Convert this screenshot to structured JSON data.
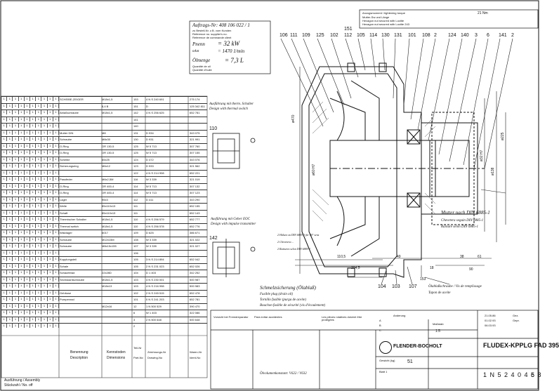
{
  "drawing": {
    "order_label": "Auftrags-Nr: 408 106 022 / 1",
    "order_sub1": "zu Bestell-Nr. z.B. vom Kunden",
    "order_sub2": "Reference no. supplier's no.",
    "order_sub3": "Reference de commande client",
    "power_label": "Pnenn",
    "power_value": "= 32 kW",
    "speed_label": "nAnt",
    "speed_value": "= 1470 1/min",
    "oil_label": "Ölmenge",
    "oil_value": "= 7,3 L",
    "oil_sub1": "Quantité de oil",
    "oil_sub2": "Quantité d'huile",
    "torque_note": "Anzugsmoment / tightening torque",
    "torque_value": "21 Nm",
    "hex_note1": "Mutter-Sw und Länge",
    "hex_note2": "Hexagon nut secured with Loctite",
    "hex_note3": "Hexagon nut secured with Loctite 243",
    "thermal_label1": "Ausführung mit therm. Schalter",
    "thermal_label2": "Design with thermal switch",
    "thermal_value": "110",
    "ec_label1": "Ausführung mit Geber EOC",
    "ec_label2": "Design with impulse transmitter",
    "ec_value": "142",
    "mark_151": "151",
    "din_label1": "Mutter nach DIN 6885-1",
    "din_label2": "Chevetera seguin DIN 6885-1",
    "din_label3": "Rainure selon DIN 6885-1",
    "fusible_label1": "Schmelzsicherung (Ölablaß)",
    "fusible_label2": "Fusible plug (drain oil)",
    "fusible_label3": "Tornillo fusible (purga de aceite)",
    "fusible_label4": "Bouchon fusible de sécurité (vis d'écoulement)",
    "oil_drain_label1": "Ölablaßschraube / Vis de remplissage",
    "oil_drain_label2": "Tapon de aceite",
    "switch_note1": "2 Hülsen zu DIN 6885-1 für 90° sens",
    "switch_note2": "2 Chevetera ...",
    "switch_note3": "2 Rainures selon DIN 6885-1",
    "bottom_callouts": [
      "104",
      "103",
      "107"
    ],
    "dim_1105": "110,5",
    "dim_49": "49",
    "dim_2045": "204,5",
    "dim_18": "18",
    "dim_38": "38",
    "dim_61": "61",
    "dim_90": "90",
    "dim_153": "153",
    "dim_left": "ø470",
    "dim_d1": "ø60 H7",
    "dim_d2": "ø32 H7",
    "dim_d3": "ø138",
    "dim_d4": "ø225",
    "view_label": "A",
    "oil_vol": "Ölvolumenkonstant: V622 / V632"
  },
  "callouts_top": [
    "106",
    "111",
    "109",
    "125",
    "102",
    "112",
    "105",
    "114",
    "130",
    "131",
    "101",
    "108",
    "2",
    "124",
    "140",
    "3",
    "6",
    "141",
    "2"
  ],
  "parts": [
    {
      "pos": "",
      "desc": "SCHEIBE-ZEIGER",
      "mat": "M18x1,5",
      "code": "153",
      "no": "4 N S 240 691",
      "ref": "275 174"
    },
    {
      "pos": "",
      "desc": "",
      "mat": "8,4 B",
      "code": "151",
      "no": "D",
      "ref": "125  342 811"
    },
    {
      "pos": "",
      "desc": "Ablaßschraube",
      "mat": "M18x1,5",
      "code": "142",
      "no": "4 N S 256 625",
      "ref": "652 781"
    },
    {
      "pos": "",
      "desc": "",
      "mat": "",
      "code": "141",
      "no": "",
      "ref": ""
    },
    {
      "pos": "",
      "desc": "",
      "mat": "",
      "code": "140",
      "no": "",
      "ref": ""
    },
    {
      "pos": "",
      "desc": "Mutter DIN",
      "mat": "M8",
      "code": "131",
      "no": "D 934",
      "ref": "343 075"
    },
    {
      "pos": "",
      "desc": "Schraube",
      "mat": "M8x30",
      "code": "130",
      "no": "D 931",
      "ref": "321 991"
    },
    {
      "pos": "",
      "desc": "O-Ring",
      "mat": "OR 130-5",
      "code": "125",
      "no": "W 5 713",
      "ref": "307 760"
    },
    {
      "pos": "",
      "desc": "O-Ring",
      "mat": "OR 130-5",
      "code": "125",
      "no": "W 5 713",
      "ref": "307 155"
    },
    {
      "pos": "",
      "desc": "Scheibe",
      "mat": "65x25",
      "code": "124",
      "no": "D 472",
      "ref": "343 076"
    },
    {
      "pos": "",
      "desc": "Sicherungsring",
      "mat": "M6x12",
      "code": "123",
      "no": "D 933",
      "ref": "321 562"
    },
    {
      "pos": "",
      "desc": "",
      "mat": "",
      "code": "122",
      "no": "4 N S 214 908",
      "ref": "652 221"
    },
    {
      "pos": "",
      "desc": "Passfeder",
      "mat": "M6x2,5M",
      "code": "116",
      "no": "W 3 339",
      "ref": "321 019"
    },
    {
      "pos": "",
      "desc": "O-Ring",
      "mat": "OR 400-4",
      "code": "114",
      "no": "W 5 713",
      "ref": "307 132"
    },
    {
      "pos": "",
      "desc": "O-Ring",
      "mat": "OR 400-4",
      "code": "114",
      "no": "W 5 713",
      "ref": "307 123"
    },
    {
      "pos": "",
      "desc": "Lager",
      "mat": "95x3",
      "code": "112",
      "no": "D 411",
      "ref": "343 290"
    },
    {
      "pos": "",
      "desc": "Welle",
      "mat": "85x110x13",
      "code": "111",
      "no": "",
      "ref": "652 155"
    },
    {
      "pos": "",
      "desc": "Schaft",
      "mat": "85x110x13",
      "code": "111",
      "no": "",
      "ref": "652 143"
    },
    {
      "pos": "",
      "desc": "Thermischer Schalter",
      "mat": "M18x1,5",
      "code": "110",
      "no": "4 N S 256 579",
      "ref": "652 777"
    },
    {
      "pos": "",
      "desc": "Thermal switch",
      "mat": "M18x1,5",
      "code": "110",
      "no": "4 N S 256 578",
      "ref": "652 776"
    },
    {
      "pos": "",
      "desc": "Wälzlager",
      "mat": "6017",
      "code": "109",
      "no": "D 625",
      "ref": "386 671"
    },
    {
      "pos": "",
      "desc": "Schraube",
      "mat": "M12x15M",
      "code": "108",
      "no": "W 3 339",
      "ref": "321 022"
    },
    {
      "pos": "",
      "desc": "Schraube",
      "mat": "M8x15x155",
      "code": "107",
      "no": "W 3 339",
      "ref": "321 027"
    },
    {
      "pos": "",
      "desc": "",
      "mat": "",
      "code": "106",
      "no": "",
      "ref": ""
    },
    {
      "pos": "",
      "desc": "Kupplungsteil",
      "mat": "",
      "code": "105",
      "no": "3 N S 214 894",
      "ref": "652 042"
    },
    {
      "pos": "",
      "desc": "Schale",
      "mat": "",
      "code": "105",
      "no": "2 N S 231 023",
      "ref": "652 026"
    },
    {
      "pos": "",
      "desc": "Schaufelrad",
      "mat": "22x28D",
      "code": "104",
      "no": "D 1 403",
      "ref": "342 252"
    },
    {
      "pos": "",
      "desc": "Sechskantschraube",
      "mat": "M18x1,5",
      "code": "103",
      "no": "4 N S 230 001",
      "ref": "500 987"
    },
    {
      "pos": "",
      "desc": "",
      "mat": "M18x13",
      "code": "103",
      "no": "4 N S 216 998",
      "ref": "500 983"
    },
    {
      "pos": "",
      "desc": "Gehäuse",
      "mat": "",
      "code": "102",
      "no": "2 N S 245 515",
      "ref": "652 478"
    },
    {
      "pos": "",
      "desc": "Pumpenrad",
      "mat": "",
      "code": "101",
      "no": "0 N S 241 203",
      "ref": "652 781"
    },
    {
      "pos": "",
      "desc": "",
      "mat": "M12x16",
      "code": "12",
      "no": "1 N 500 529",
      "ref": "390 470"
    },
    {
      "pos": "",
      "desc": "",
      "mat": "",
      "code": "6",
      "no": "W 1 403",
      "ref": "322 086"
    },
    {
      "pos": "",
      "desc": "",
      "mat": "",
      "code": "3",
      "no": "2 N 500 648",
      "ref": "500 648"
    },
    {
      "pos": "",
      "desc": "",
      "mat": "",
      "code": "2",
      "no": "",
      "ref": ""
    }
  ],
  "qty_cols": [
    "1",
    "1",
    "1",
    "1",
    "1",
    "1",
    "1",
    "1",
    "1",
    "1"
  ],
  "parts_header": {
    "c1": "Benennung",
    "c1b": "Description",
    "c2": "Kennstoden",
    "c2b": "Dimensions",
    "c3": "Teil-Nr",
    "c3b": "Part-No",
    "c4": "Zeichnungs-Nr",
    "c4b": "Drawing-No",
    "c5": "Waren-Nr",
    "c5b": "Ident-No",
    "variant": "Ausführung / Assembly",
    "variant2": "Stückzahl / No. off"
  },
  "title_block": {
    "company": "FLENDER-BOCHOLT",
    "product": "FLUDEX-KPPLG FAD 395",
    "doc_no": "1 N 5 2 4 0 4 5 8",
    "doc_suffix": "c",
    "weight_label": "Gewicht (kg)",
    "weight_value": "51",
    "scale_label": "Maßstab",
    "scale_value": "1:5",
    "sheet": "Blatt 1",
    "rev_a": "A",
    "rev_b": "B",
    "rev_c": "C",
    "rev_note": "Anderung",
    "date1": "21.05.86",
    "date2": "01.02.93",
    "date3": "06.03.93",
    "drawn": "Gez.",
    "checked": "Gepr.",
    "warn_de": "Vorsicht bei Fremdreparatur",
    "warn_es": "Para evitar accidentes",
    "warn_fr": "Les pièces rotatives doivent être protégées"
  }
}
